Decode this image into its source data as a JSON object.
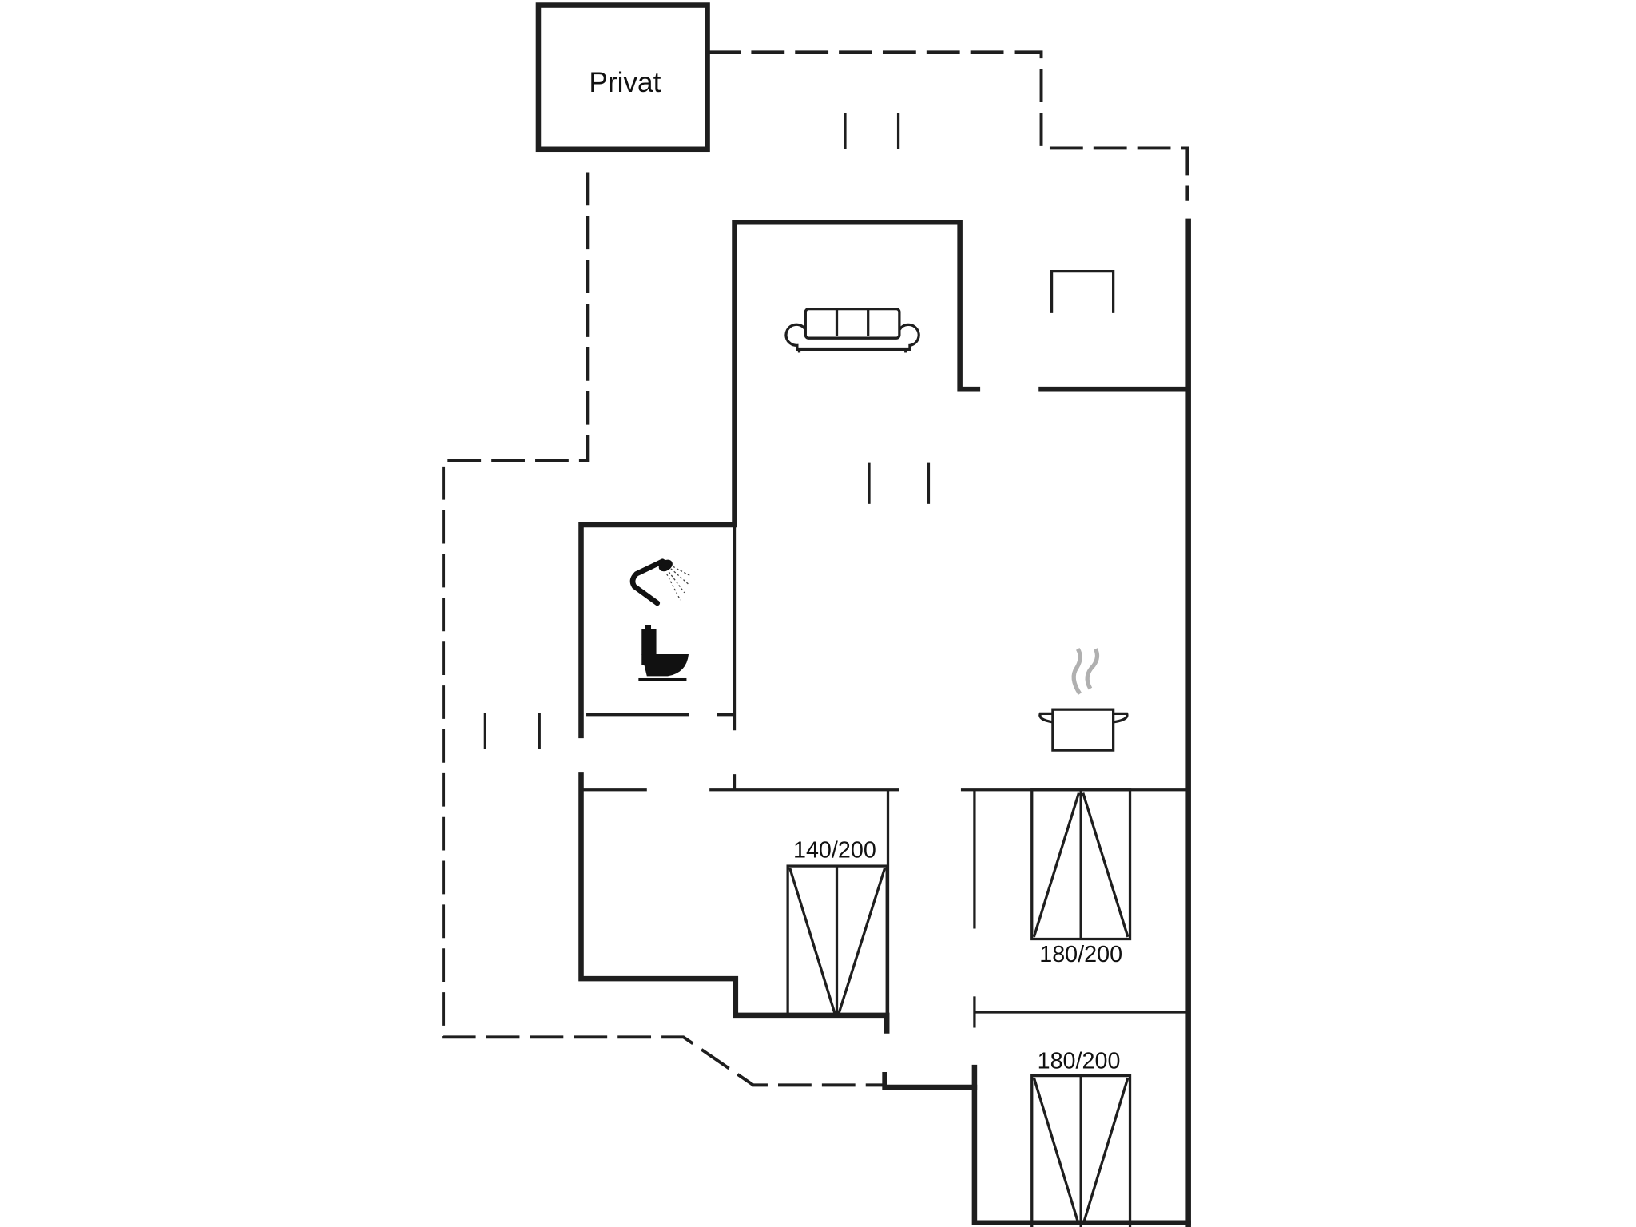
{
  "rooms": {
    "private_label": "Privat"
  },
  "beds": [
    {
      "size": "140/200"
    },
    {
      "size": "180/200"
    },
    {
      "size": "180/200"
    }
  ],
  "icons": [
    "sofa-icon",
    "shower-icon",
    "toilet-icon",
    "cooking-pot-icon",
    "counter-icon",
    "bed-icon"
  ],
  "colors": {
    "wall": "#1e1e1e",
    "steam": "#b0b0b0",
    "background": "#ffffff"
  }
}
